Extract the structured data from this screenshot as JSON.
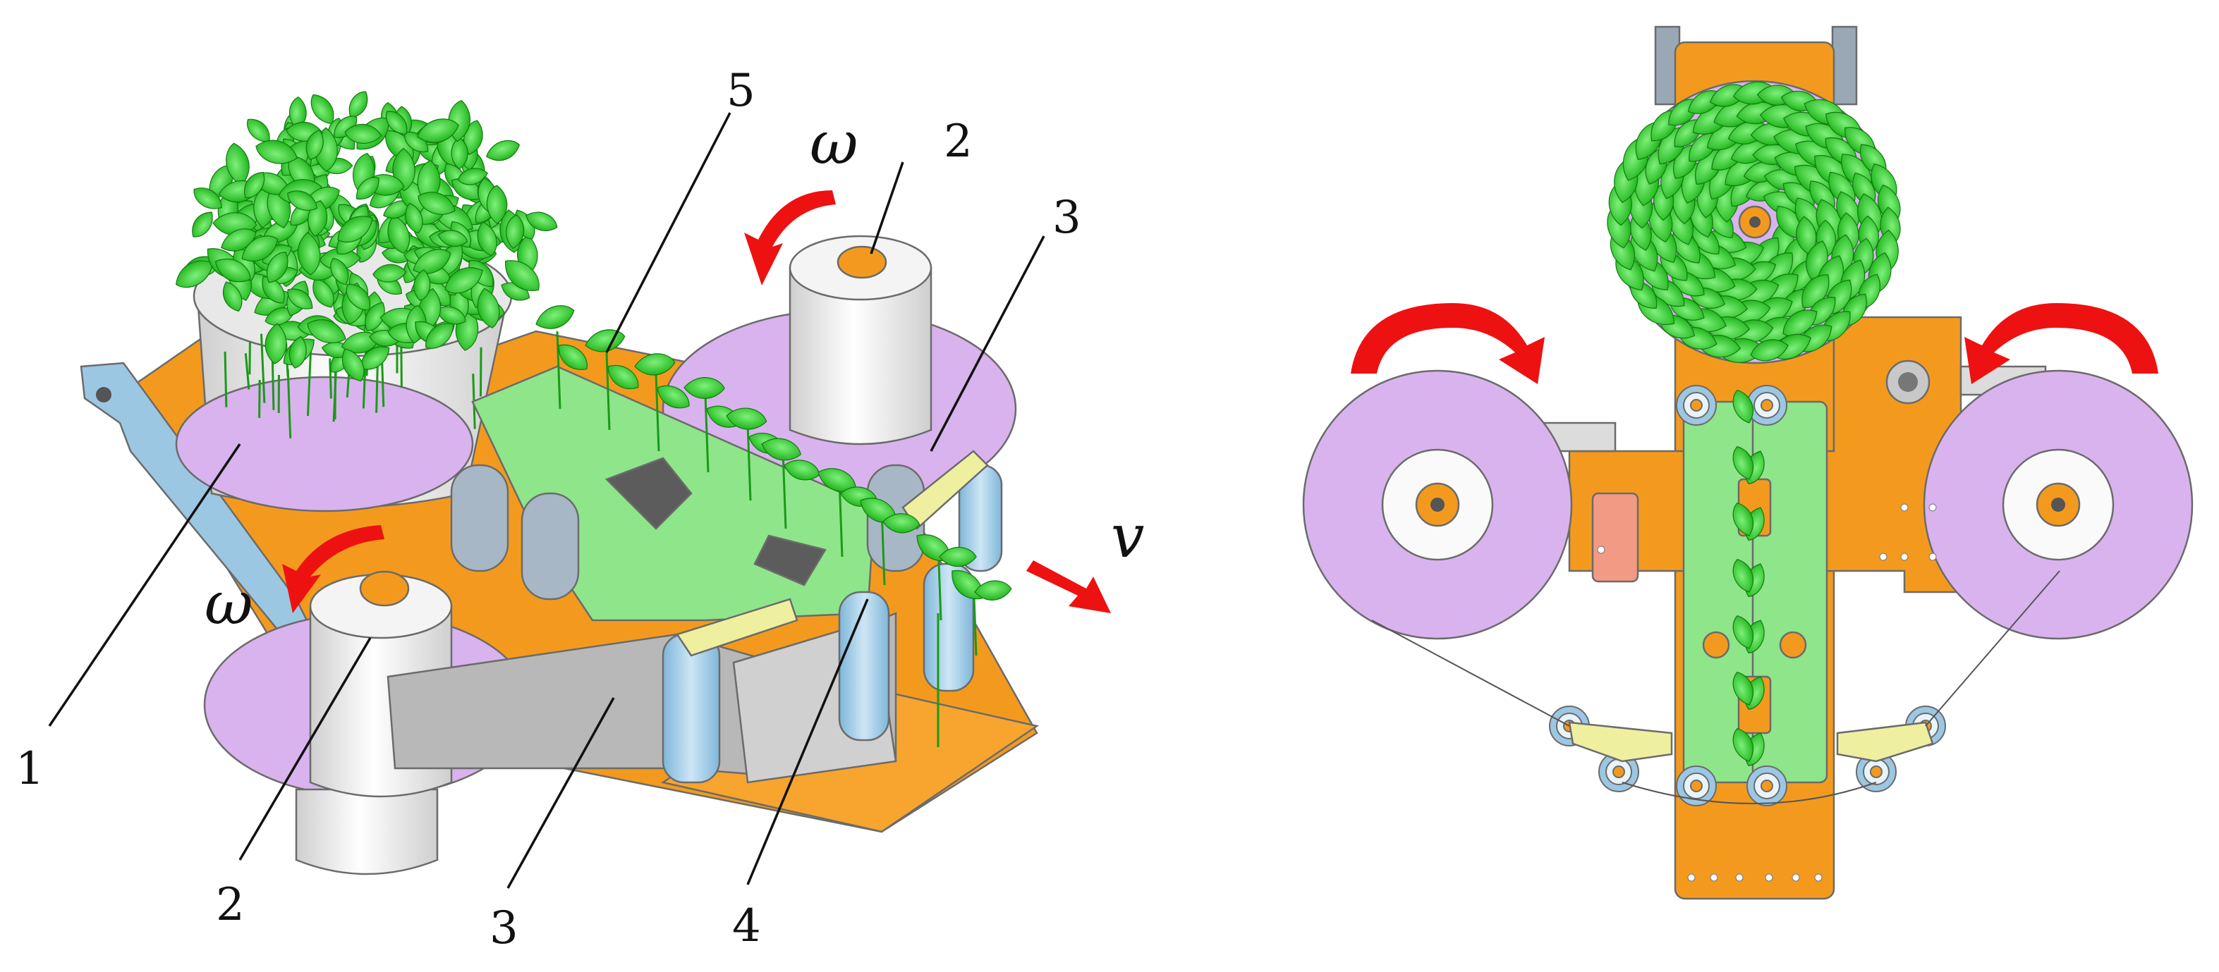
{
  "left_view": {
    "callouts": [
      {
        "id": "c1",
        "text": "1"
      },
      {
        "id": "c2a",
        "text": "2"
      },
      {
        "id": "c2b",
        "text": "2"
      },
      {
        "id": "c3a",
        "text": "3"
      },
      {
        "id": "c3b",
        "text": "3"
      },
      {
        "id": "c4",
        "text": "4"
      },
      {
        "id": "c5",
        "text": "5"
      }
    ],
    "symbols": {
      "omega_top": "ω",
      "omega_left": "ω",
      "velocity": "v"
    }
  },
  "colors": {
    "frame_orange": "#f39a1e",
    "plate_green": "#8ee58a",
    "drum_lilac": "#d9b3ee",
    "spool_white": "#f2f2f2",
    "belt_gray": "#b8b8b8",
    "bracket_blue": "#9cc7e3",
    "arm_yellow": "#eef0a0",
    "arrow_red": "#ee1111",
    "leaf_green": "#2fcf2a"
  },
  "icons": [
    "rotation-arrow-icon",
    "velocity-arrow-icon"
  ]
}
